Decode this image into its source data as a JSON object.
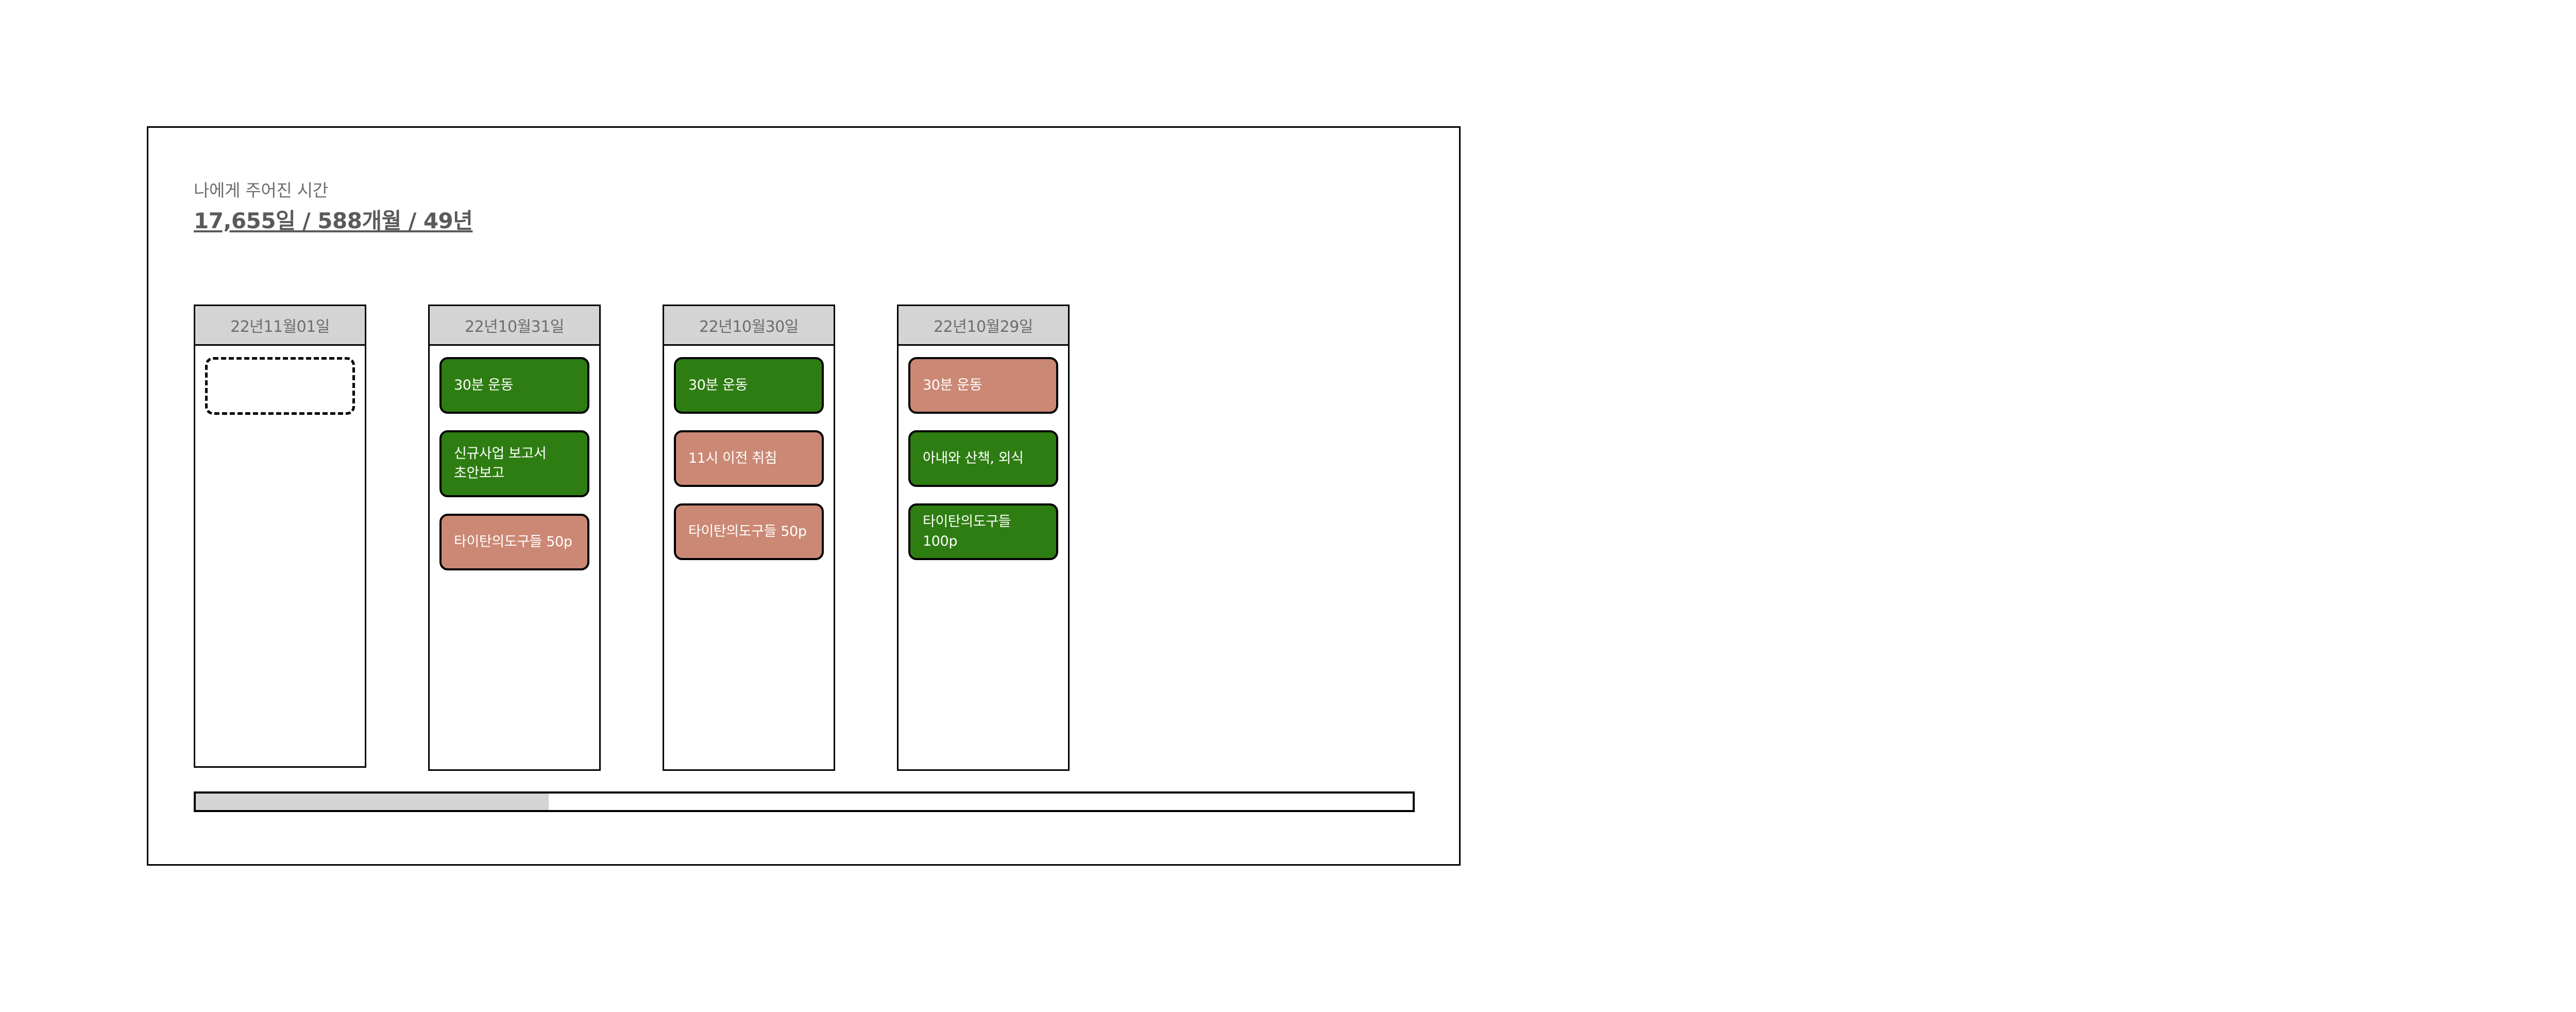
{
  "header": {
    "subtitle": "나에게 주어진 시간",
    "title": "17,655일 / 588개월 / 49년"
  },
  "colors": {
    "green": "#2e7d12",
    "salmon": "#cb8875",
    "header_band": "#d4d4d4",
    "border": "#000000",
    "text_gray": "#6d6d6d",
    "scroll_thumb": "#d4d4d4"
  },
  "board": {
    "columns": [
      {
        "date_label": "22년11월01일",
        "empty_placeholder": true,
        "cards": []
      },
      {
        "date_label": "22년10월31일",
        "empty_placeholder": false,
        "cards": [
          {
            "label": "30분 운동",
            "color": "green"
          },
          {
            "label": "신규사업 보고서\n초안보고",
            "color": "green"
          },
          {
            "label": "타이탄의도구들 50p",
            "color": "salmon"
          }
        ]
      },
      {
        "date_label": "22년10월30일",
        "empty_placeholder": false,
        "cards": [
          {
            "label": "30분 운동",
            "color": "green"
          },
          {
            "label": "11시 이전 취침",
            "color": "salmon"
          },
          {
            "label": "타이탄의도구들 50p",
            "color": "salmon"
          }
        ]
      },
      {
        "date_label": "22년10월29일",
        "empty_placeholder": false,
        "cards": [
          {
            "label": "30분 운동",
            "color": "salmon"
          },
          {
            "label": "아내와 산책, 외식",
            "color": "green"
          },
          {
            "label": "타이탄의도구들 100p",
            "color": "green"
          }
        ]
      }
    ]
  },
  "scrollbar": {
    "thumb_percent": 29
  }
}
